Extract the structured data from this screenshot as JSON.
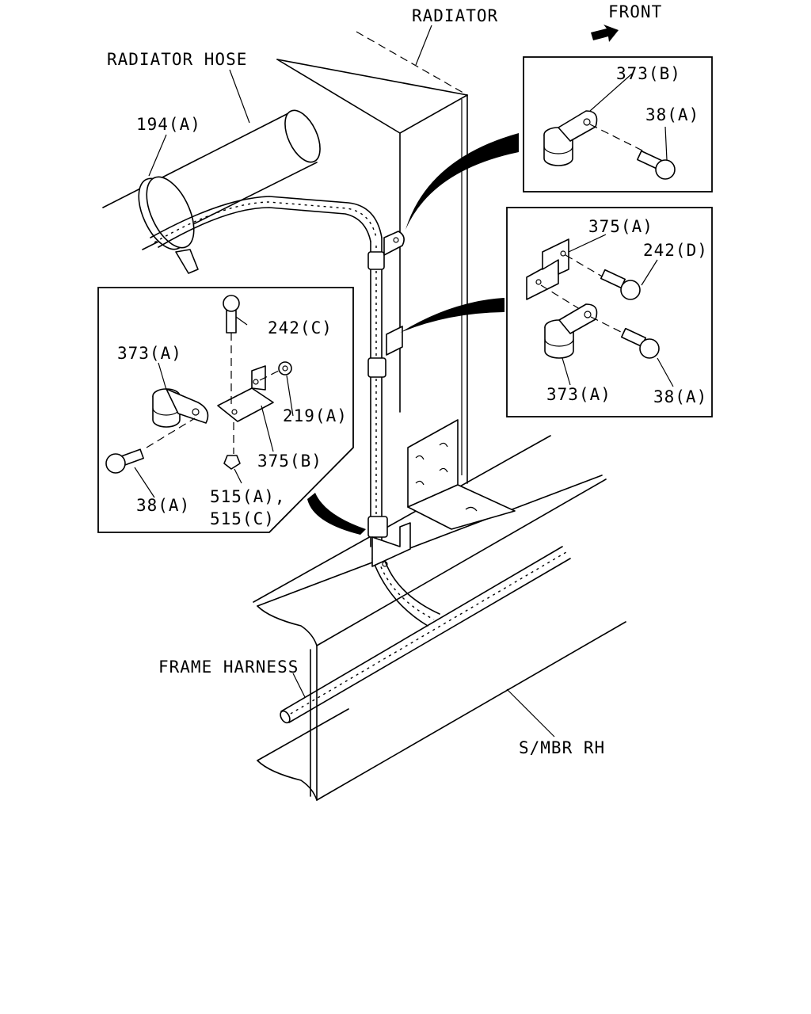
{
  "labels": {
    "radiator": "RADIATOR",
    "front": "FRONT",
    "radiator_hose": "RADIATOR HOSE",
    "hose_clamp": "194(A)",
    "frame_harness": "FRAME HARNESS",
    "side_member": "S/MBR RH"
  },
  "detail_top": {
    "clip": "373(B)",
    "bolt": "38(A)"
  },
  "detail_middle": {
    "bracket": "375(A)",
    "bolt_upper": "242(D)",
    "clip": "373(A)",
    "bolt_lower": "38(A)"
  },
  "detail_left": {
    "bolt_top": "242(C)",
    "clip": "373(A)",
    "washer": "219(A)",
    "bracket": "375(B)",
    "bolt": "38(A)",
    "nut_line1": "515(A),",
    "nut_line2": "515(C)"
  },
  "icons": [
    "front-arrow-icon"
  ],
  "colors": {
    "ink": "#000000",
    "paper": "#ffffff"
  }
}
